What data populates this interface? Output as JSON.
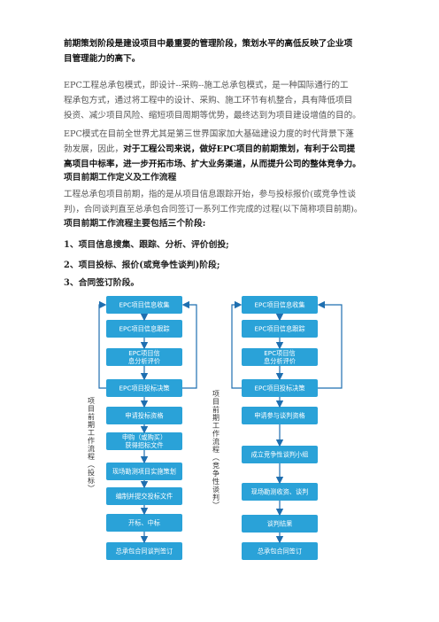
{
  "doc": {
    "intro_bold_line1": "前期策划阶段是建设项目中最重要的管理阶段，策划水平的高低反映了企业项",
    "intro_bold_line2": "目管理能力的高下。",
    "para1_line1": "EPC工程总承包模式，即设计--采购--施工总承包模式，是一种国际通行的工",
    "para1_line2": "程承包方式，通过将工程中的设计、采购、施工环节有机整合，具有降低项目",
    "para1_line3": "投资、减少项目风险、缩短项目周期等优势，最终达到为项目建设增值的目的。",
    "para2_line1": "EPC模式在目前全世界尤其是第三世界国家加大基础建设力度的时代背景下蓬",
    "para2_line2a": "勃发展，因此，",
    "para2_line2b": "对于工程公司来说，做好EPC项目的前期策划，有利于公司提",
    "para2_line3": "高项目中标率，进一步开拓市场、扩大业务渠道，从而提升公司的整体竞争力。",
    "heading1": "项目前期工作定义及工作流程",
    "para3_line1": "工程总承包项目前期，指的是从项目信息跟踪开始，参与投标报价(或竞争性谈",
    "para3_line2": "判)，合同谈判直至总承包合同签订一系列工作完成的过程(以下简称项目前期)。",
    "heading2": "项目前期工作流程主要包括三个阶段:",
    "stage1": "1、项目信息搜集、跟踪、分析、评价创投;",
    "stage2": "2、项目投标、报价(或竞争性谈判)阶段;",
    "stage3": "3、合同签订阶段。"
  },
  "flow_left": {
    "side_label": "项目前期工作流程（投标）",
    "boxes": [
      "EPC项目信息收集",
      "EPC项目信息跟踪",
      "EPC项目信息分析评价",
      "EPC项目投标决策",
      "申请投标资格",
      "申购（或购买）获得招标文件",
      "现场勘测项目实施策划",
      "编制并提交投标文件",
      "开标、中标",
      "总承包合同谈判签订"
    ]
  },
  "flow_right": {
    "side_label": "项目前期工作流程（竞争性谈判）",
    "boxes": [
      "EPC项目信息收集",
      "EPC项目信息跟踪",
      "EPC项目信息分析评价",
      "EPC项目投标决策",
      "申请参与谈判资格",
      "成立竞争性谈判小组",
      "现场勘测收资、谈判",
      "谈判结果",
      "总承包合同签订"
    ]
  },
  "colors": {
    "box": "#2aa2d8",
    "arrow": "#1f6fb0"
  }
}
